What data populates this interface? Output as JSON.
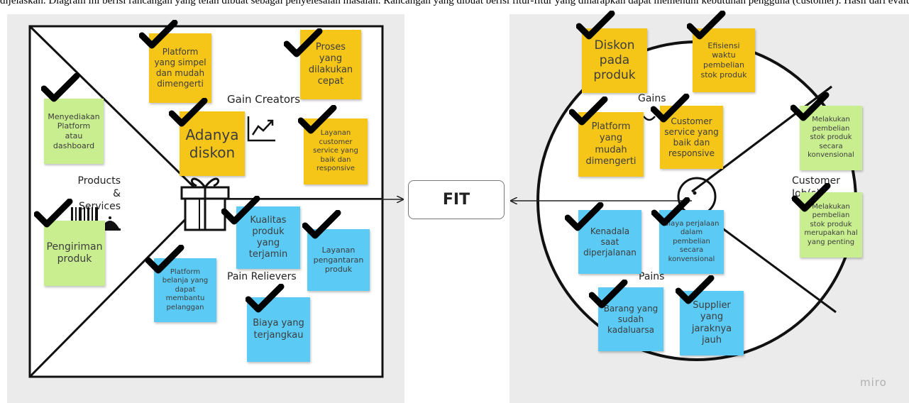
{
  "caption": "dijelaskan. Diagram ini berisi rancangan yang telah dibuat sebagai penyelesaian masalah. Rancangan yang dibuat berisi fitur-fitur yang diharapkan dapat memenuhi kebutuhan pengguna (customer). Hasil dari evaluasi dan proses yang digambarkan pada gambar di bawah ini.",
  "fit_label": "FIT",
  "watermark": "miro",
  "colors": {
    "yellow": "#f5c518",
    "green": "#c8ee90",
    "blue": "#5bcaf5",
    "panel": "#ebebeb"
  },
  "value_map": {
    "gain_creators_label": "Gain Creators",
    "products_services_label": "Products & Services",
    "pain_relievers_label": "Pain Relievers",
    "notes": [
      "Platform yang simpel dan mudah dimengerti",
      "Proses yang dilakukan cepat",
      "Menyediakan Platform atau dashboard",
      "Adanya diskon",
      "Layanan customer service yang baik dan responsive",
      "Pengiriman produk",
      "Kualitas produk yang terjamin",
      "Layanan pengantaran produk",
      "Platform belanja yang dapat membantu pelanggan",
      "Biaya yang terjangkau"
    ],
    "icons": [
      "chart-up-icon",
      "barcode-icon",
      "cloche-icon",
      "gift-icon"
    ]
  },
  "customer_profile": {
    "gains_label": "Gains",
    "customer_jobs_label": "Customer Job(s)",
    "pains_label": "Pains",
    "notes": [
      "Diskon pada produk",
      "Efisiensi waktu pembelian stok produk",
      "Platform yang mudah dimengerti",
      "Customer service yang baik dan responsive",
      "Melakukan pembelian stok produk secara konvensional",
      "Melakukan pembelian stok produk merupakan hal yang penting",
      "Kenadala saat diperjalanan",
      "Biaya perjalaan dalam pembelian secara konvensional",
      "Barang yang sudah kadaluarsa",
      "Supplier yang jaraknya jauh"
    ],
    "icons": [
      "smile-icon",
      "frown-icon"
    ]
  }
}
